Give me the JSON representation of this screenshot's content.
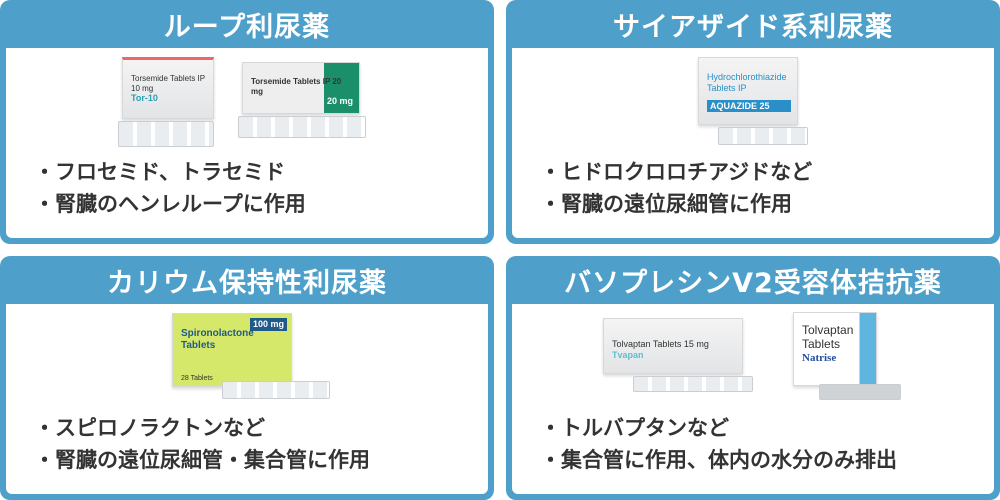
{
  "panels": [
    {
      "title": "ループ利尿薬",
      "bullets": [
        "・フロセミド、トラセミド",
        "・腎臓のヘンレループに作用"
      ],
      "products": [
        {
          "name": "Torsemide Tablets IP 10 mg",
          "brand": "Tor-10"
        },
        {
          "name": "Torsemide Tablets IP 20 mg",
          "brand": "20 mg"
        }
      ]
    },
    {
      "title": "サイアザイド系利尿薬",
      "bullets": [
        "・ヒドロクロロチアジドなど",
        "・腎臓の遠位尿細管に作用"
      ],
      "products": [
        {
          "name": "Hydrochlorothiazide Tablets IP",
          "brand": "AQUAZIDE 25"
        }
      ]
    },
    {
      "title": "カリウム保持性利尿薬",
      "bullets": [
        "・スピロノラクトンなど",
        "・腎臓の遠位尿細管・集合管に作用"
      ],
      "products": [
        {
          "name": "Spironolactone Tablets",
          "brand": "100 mg",
          "count": "28 Tablets"
        }
      ]
    },
    {
      "title": "バソプレシンV2受容体拮抗薬",
      "bullets": [
        "・トルバプタンなど",
        "・集合管に作用、体内の水分のみ排出"
      ],
      "products": [
        {
          "name": "Tolvaptan Tablets 15 mg",
          "brand": "Tvapan"
        },
        {
          "name": "Tolvaptan Tablets",
          "brand": "Natrise"
        }
      ]
    }
  ],
  "colors": {
    "panel": "#4ea0cb",
    "text": "#333333"
  }
}
